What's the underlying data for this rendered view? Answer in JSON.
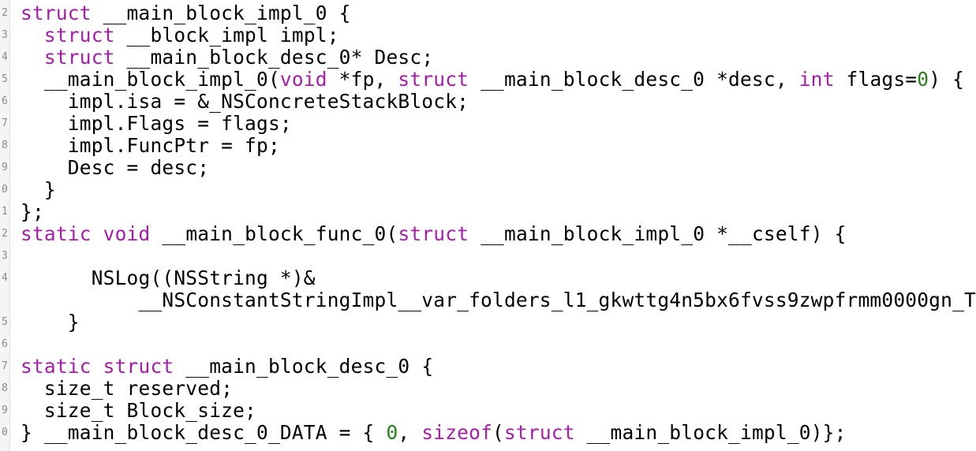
{
  "editor": {
    "lines": [
      {
        "num": "2",
        "segs": [
          {
            "t": "struct",
            "c": "kw"
          },
          {
            "t": " __main_block_impl_0 {",
            "c": ""
          }
        ]
      },
      {
        "num": "3",
        "segs": [
          {
            "t": "  ",
            "c": ""
          },
          {
            "t": "struct",
            "c": "kw"
          },
          {
            "t": " __block_impl impl;",
            "c": ""
          }
        ]
      },
      {
        "num": "4",
        "segs": [
          {
            "t": "  ",
            "c": ""
          },
          {
            "t": "struct",
            "c": "kw"
          },
          {
            "t": " __main_block_desc_0* Desc;",
            "c": ""
          }
        ]
      },
      {
        "num": "5",
        "segs": [
          {
            "t": "  __main_block_impl_0(",
            "c": ""
          },
          {
            "t": "void",
            "c": "kw"
          },
          {
            "t": " *fp, ",
            "c": ""
          },
          {
            "t": "struct",
            "c": "kw"
          },
          {
            "t": " __main_block_desc_0 *desc, ",
            "c": ""
          },
          {
            "t": "int",
            "c": "kw"
          },
          {
            "t": " flags=",
            "c": ""
          },
          {
            "t": "0",
            "c": "num"
          },
          {
            "t": ") {",
            "c": ""
          }
        ]
      },
      {
        "num": "6",
        "segs": [
          {
            "t": "    impl.isa = &_NSConcreteStackBlock;",
            "c": ""
          }
        ]
      },
      {
        "num": "7",
        "segs": [
          {
            "t": "    impl.Flags = flags;",
            "c": ""
          }
        ]
      },
      {
        "num": "8",
        "segs": [
          {
            "t": "    impl.FuncPtr = fp;",
            "c": ""
          }
        ]
      },
      {
        "num": "9",
        "segs": [
          {
            "t": "    Desc = desc;",
            "c": ""
          }
        ]
      },
      {
        "num": "0",
        "segs": [
          {
            "t": "  }",
            "c": ""
          }
        ]
      },
      {
        "num": "1",
        "segs": [
          {
            "t": "};",
            "c": ""
          }
        ]
      },
      {
        "num": "2",
        "segs": [
          {
            "t": "static",
            "c": "kw"
          },
          {
            "t": " ",
            "c": ""
          },
          {
            "t": "void",
            "c": "kw"
          },
          {
            "t": " __main_block_func_0(",
            "c": ""
          },
          {
            "t": "struct",
            "c": "kw"
          },
          {
            "t": " __main_block_impl_0 *__cself) {",
            "c": ""
          }
        ]
      },
      {
        "num": "3",
        "segs": []
      },
      {
        "num": "4",
        "segs": [
          {
            "t": "      NSLog((NSString *)&",
            "c": ""
          }
        ]
      },
      {
        "num": "",
        "segs": [
          {
            "t": "          __NSConstantStringImpl__var_folders_l1_gkwttg4n5bx6fvss9zwpfrmm0000gn_T",
            "c": ""
          }
        ]
      },
      {
        "num": "5",
        "segs": [
          {
            "t": "    }",
            "c": ""
          }
        ]
      },
      {
        "num": "6",
        "segs": []
      },
      {
        "num": "7",
        "segs": [
          {
            "t": "static",
            "c": "kw"
          },
          {
            "t": " ",
            "c": ""
          },
          {
            "t": "struct",
            "c": "kw"
          },
          {
            "t": " __main_block_desc_0 {",
            "c": ""
          }
        ]
      },
      {
        "num": "8",
        "segs": [
          {
            "t": "  size_t reserved;",
            "c": ""
          }
        ]
      },
      {
        "num": "9",
        "segs": [
          {
            "t": "  size_t Block_size;",
            "c": ""
          }
        ]
      },
      {
        "num": "0",
        "segs": [
          {
            "t": "} __main_block_desc_0_DATA = { ",
            "c": ""
          },
          {
            "t": "0",
            "c": "num"
          },
          {
            "t": ", ",
            "c": ""
          },
          {
            "t": "sizeof",
            "c": "kw"
          },
          {
            "t": "(",
            "c": ""
          },
          {
            "t": "struct",
            "c": "kw"
          },
          {
            "t": " __main_block_impl_0)};",
            "c": ""
          }
        ]
      }
    ],
    "colors": {
      "keyword": "#a41ea8",
      "number": "#2c7d1e",
      "text": "#000000",
      "background": "#ffffff"
    }
  }
}
